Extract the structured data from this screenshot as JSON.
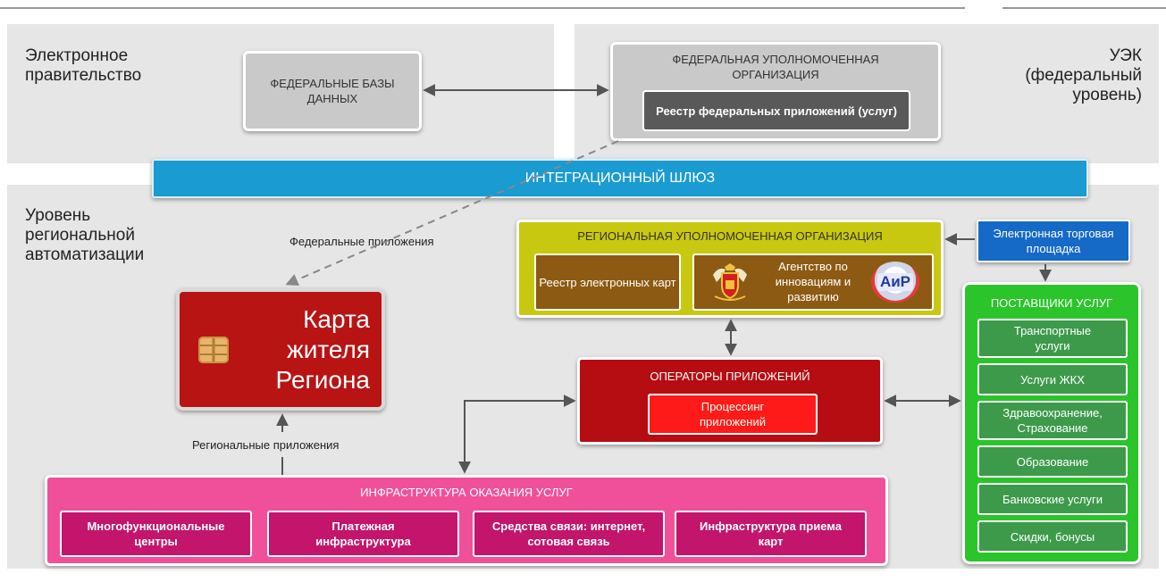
{
  "regions": {
    "egov": "Электронное правительство",
    "uek": "УЭК (федеральный уровень)",
    "regional": "Уровень региональной автоматизации"
  },
  "federal": {
    "databases": "ФЕДЕРАЛЬНЫЕ БАЗЫ ДАННЫХ",
    "org_title": "ФЕДЕРАЛЬНАЯ УПОЛНОМОЧЕННАЯ ОРГАНИЗАЦИЯ",
    "registry": "Реестр федеральных приложений (услуг)"
  },
  "gateway": "ИНТЕГРАЦИОННЫЙ ШЛЮЗ",
  "labels": {
    "federal_apps": "Федеральные приложения",
    "regional_apps": "Региональные приложения"
  },
  "card": {
    "title": "Карта жителя Региона"
  },
  "regional_org": {
    "title": "РЕГИОНАЛЬНАЯ УПОЛНОМОЧЕННАЯ ОРГАНИЗАЦИЯ",
    "registry": "Реестр электронных карт",
    "agency": "Агентство по инновациям и развитию",
    "agency_logo_text": "АиР"
  },
  "etp": "Электронная торговая площадка",
  "operators": {
    "title": "ОПЕРАТОРЫ ПРИЛОЖЕНИЙ",
    "processing": "Процессинг приложений"
  },
  "providers": {
    "title": "ПОСТАВЩИКИ УСЛУГ",
    "items": [
      "Транспортные услуги",
      "Услуги ЖКХ",
      "Здравоохранение, Страхование",
      "Образование",
      "Банковские услуги",
      "Скидки, бонусы"
    ]
  },
  "infrastructure": {
    "title": "ИНФРАСТРУКТУРА ОКАЗАНИЯ УСЛУГ",
    "items": [
      "Многофункциональные центры",
      "Платежная инфраструктура",
      "Средства связи: интернет, сотовая связь",
      "Инфраструктура приема карт"
    ]
  },
  "colors": {
    "gateway": "#1a9bd1",
    "card": "#b81414",
    "operators": "#b50d12",
    "processing": "#ff1a1a",
    "regional_org": "#c9c810",
    "regional_inner": "#8c5a12",
    "providers": "#2bc42b",
    "provider_item": "#3d9a4b",
    "infrastructure": "#f0509a",
    "infra_item": "#c2156b",
    "etp": "#1569c7"
  }
}
